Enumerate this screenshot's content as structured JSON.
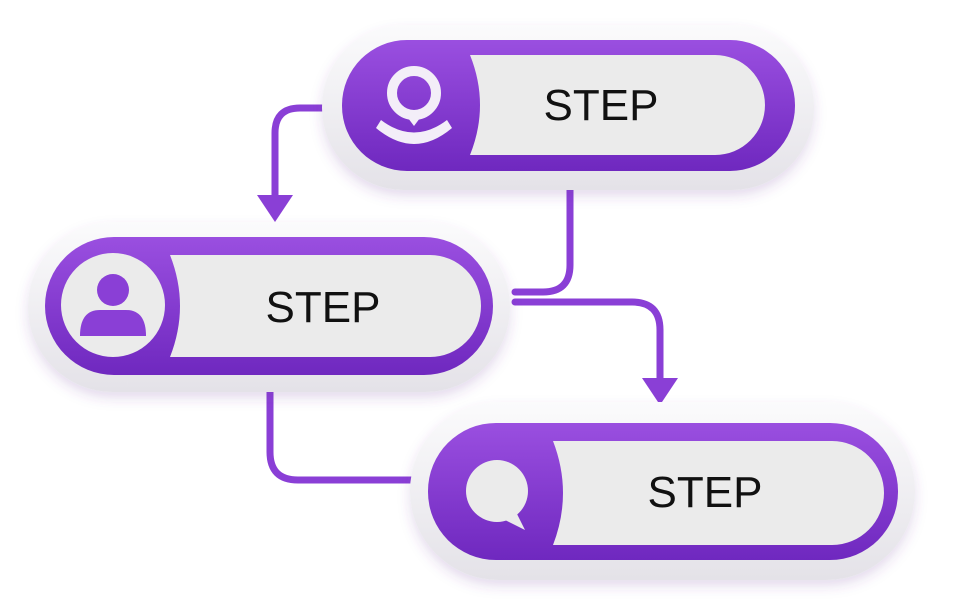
{
  "steps": [
    {
      "label": "STEP",
      "icon": "location-pin-icon"
    },
    {
      "label": "STEP",
      "icon": "user-icon"
    },
    {
      "label": "STEP",
      "icon": "chat-bubble-icon"
    }
  ],
  "colors": {
    "purple": "#8a3fd6",
    "purple_dark": "#6a24b8",
    "panel": "#ebebeb",
    "shell": "#f3f3f5"
  }
}
